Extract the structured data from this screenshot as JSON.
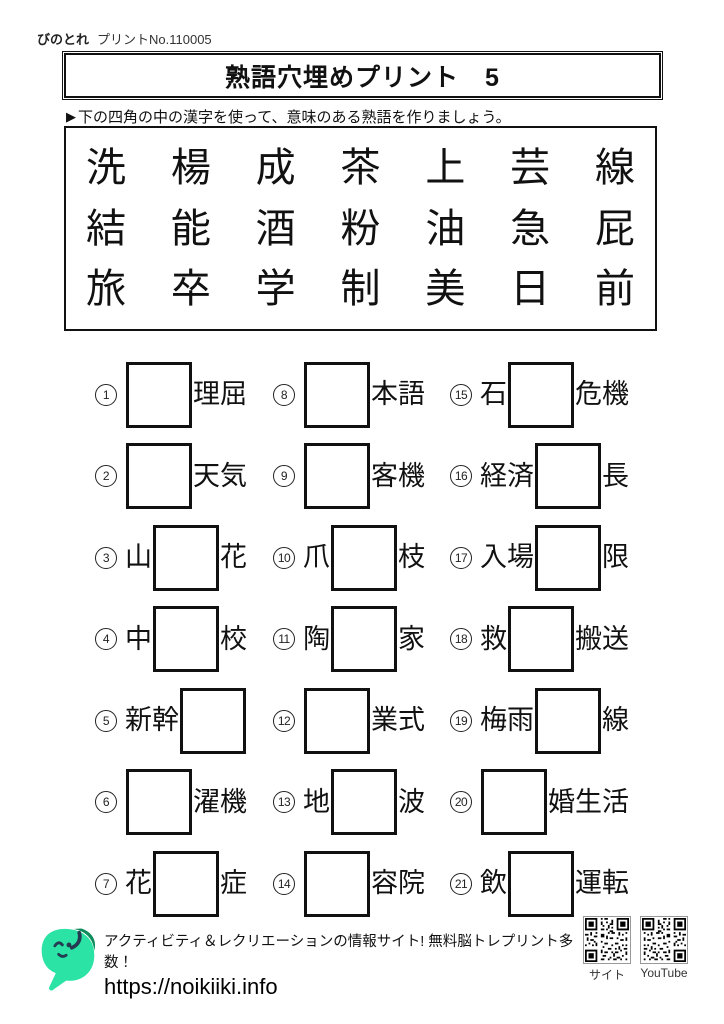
{
  "header": {
    "brand": "びのとれ",
    "print_no": "プリントNo.110005"
  },
  "title": "熟語穴埋めプリント　5",
  "instruction": {
    "bullet": "▶",
    "text": "下の四角の中の漢字を使って、意味のある熟語を作りましょう。"
  },
  "kanji_bank": {
    "rows": [
      [
        "洗",
        "楊",
        "成",
        "茶",
        "上",
        "芸",
        "線"
      ],
      [
        "結",
        "能",
        "酒",
        "粉",
        "油",
        "急",
        "屁"
      ],
      [
        "旅",
        "卒",
        "学",
        "制",
        "美",
        "日",
        "前"
      ]
    ]
  },
  "puzzles": [
    {
      "num": "1",
      "pre": "",
      "post": "理屈"
    },
    {
      "num": "2",
      "pre": "",
      "post": "天気"
    },
    {
      "num": "3",
      "pre": "山",
      "post": "花"
    },
    {
      "num": "4",
      "pre": "中",
      "post": "校"
    },
    {
      "num": "5",
      "pre": "新幹",
      "post": ""
    },
    {
      "num": "6",
      "pre": "",
      "post": "濯機"
    },
    {
      "num": "7",
      "pre": "花",
      "post": "症"
    },
    {
      "num": "8",
      "pre": "",
      "post": "本語"
    },
    {
      "num": "9",
      "pre": "",
      "post": "客機"
    },
    {
      "num": "10",
      "pre": "爪",
      "post": "枝"
    },
    {
      "num": "11",
      "pre": "陶",
      "post": "家"
    },
    {
      "num": "12",
      "pre": "",
      "post": "業式"
    },
    {
      "num": "13",
      "pre": "地",
      "post": "波"
    },
    {
      "num": "14",
      "pre": "",
      "post": "容院"
    },
    {
      "num": "15",
      "pre": "石",
      "post": "危機"
    },
    {
      "num": "16",
      "pre": "経済",
      "post": "長"
    },
    {
      "num": "17",
      "pre": "入場",
      "post": "限"
    },
    {
      "num": "18",
      "pre": "救",
      "post": "搬送"
    },
    {
      "num": "19",
      "pre": "梅雨",
      "post": "線"
    },
    {
      "num": "20",
      "pre": "",
      "post": "婚生活"
    },
    {
      "num": "21",
      "pre": "飲",
      "post": "運転"
    }
  ],
  "footer": {
    "tagline": "アクティビティ＆レクリエーションの情報サイト! 無料脳トレプリント多数！",
    "url": "https://noikiiki.info",
    "qr": [
      {
        "label": "サイト"
      },
      {
        "label": "YouTube"
      }
    ],
    "colors": {
      "mascot_teal": "#2BE3A4",
      "mascot_dark_green": "#0E8C5C",
      "mascot_face": "#243B52"
    }
  }
}
